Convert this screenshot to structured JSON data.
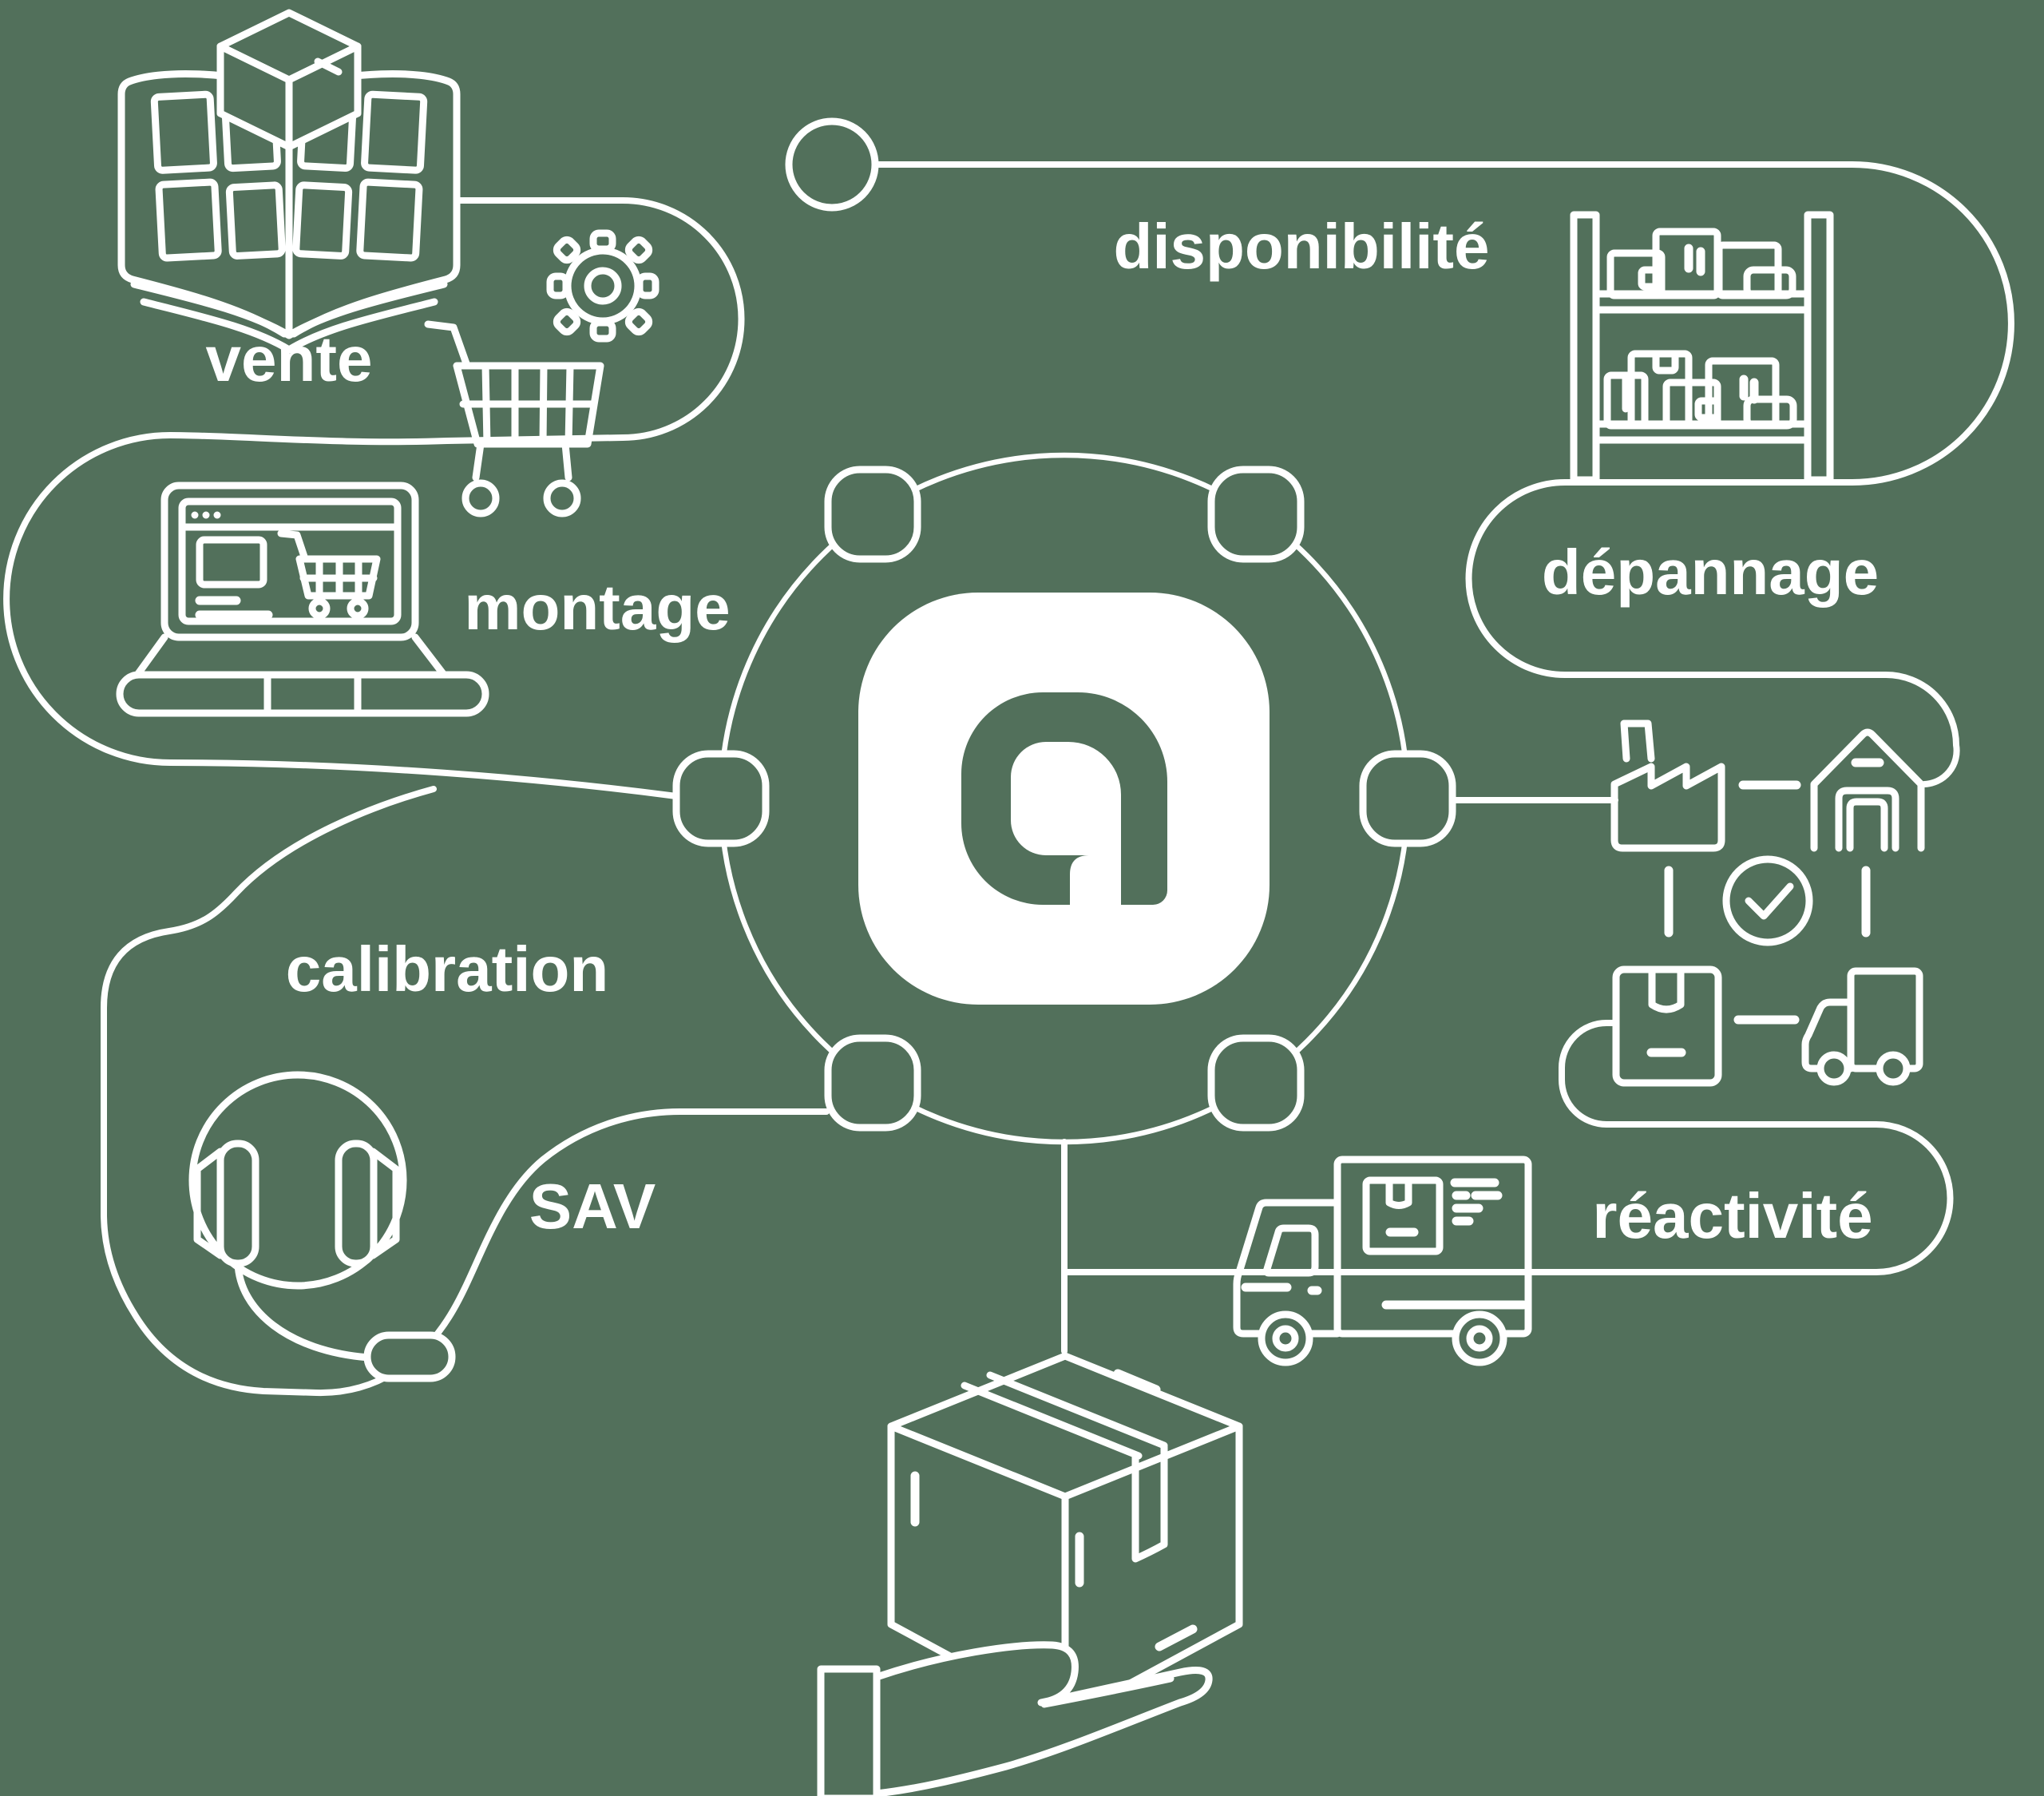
{
  "colors": {
    "background": "#52705b",
    "line": "#ffffff",
    "logo_tile": "#ffffff",
    "logo_letter_color": "#52705b"
  },
  "logo": {
    "letter": "a"
  },
  "labels": {
    "vente": "vente",
    "montage": "montage",
    "disponibilite": "disponibilité",
    "depannage": "dépannage",
    "calibration": "calibration",
    "sav": "SAV",
    "reactivite": "réactivité"
  },
  "icons": [
    "catalog-book",
    "gear",
    "shopping-cart",
    "laptop-ecommerce",
    "headset-support",
    "storage-shelf",
    "factory",
    "warehouse",
    "quality-check",
    "parcel-box",
    "small-truck",
    "delivery-truck",
    "hand-delivery-box"
  ]
}
